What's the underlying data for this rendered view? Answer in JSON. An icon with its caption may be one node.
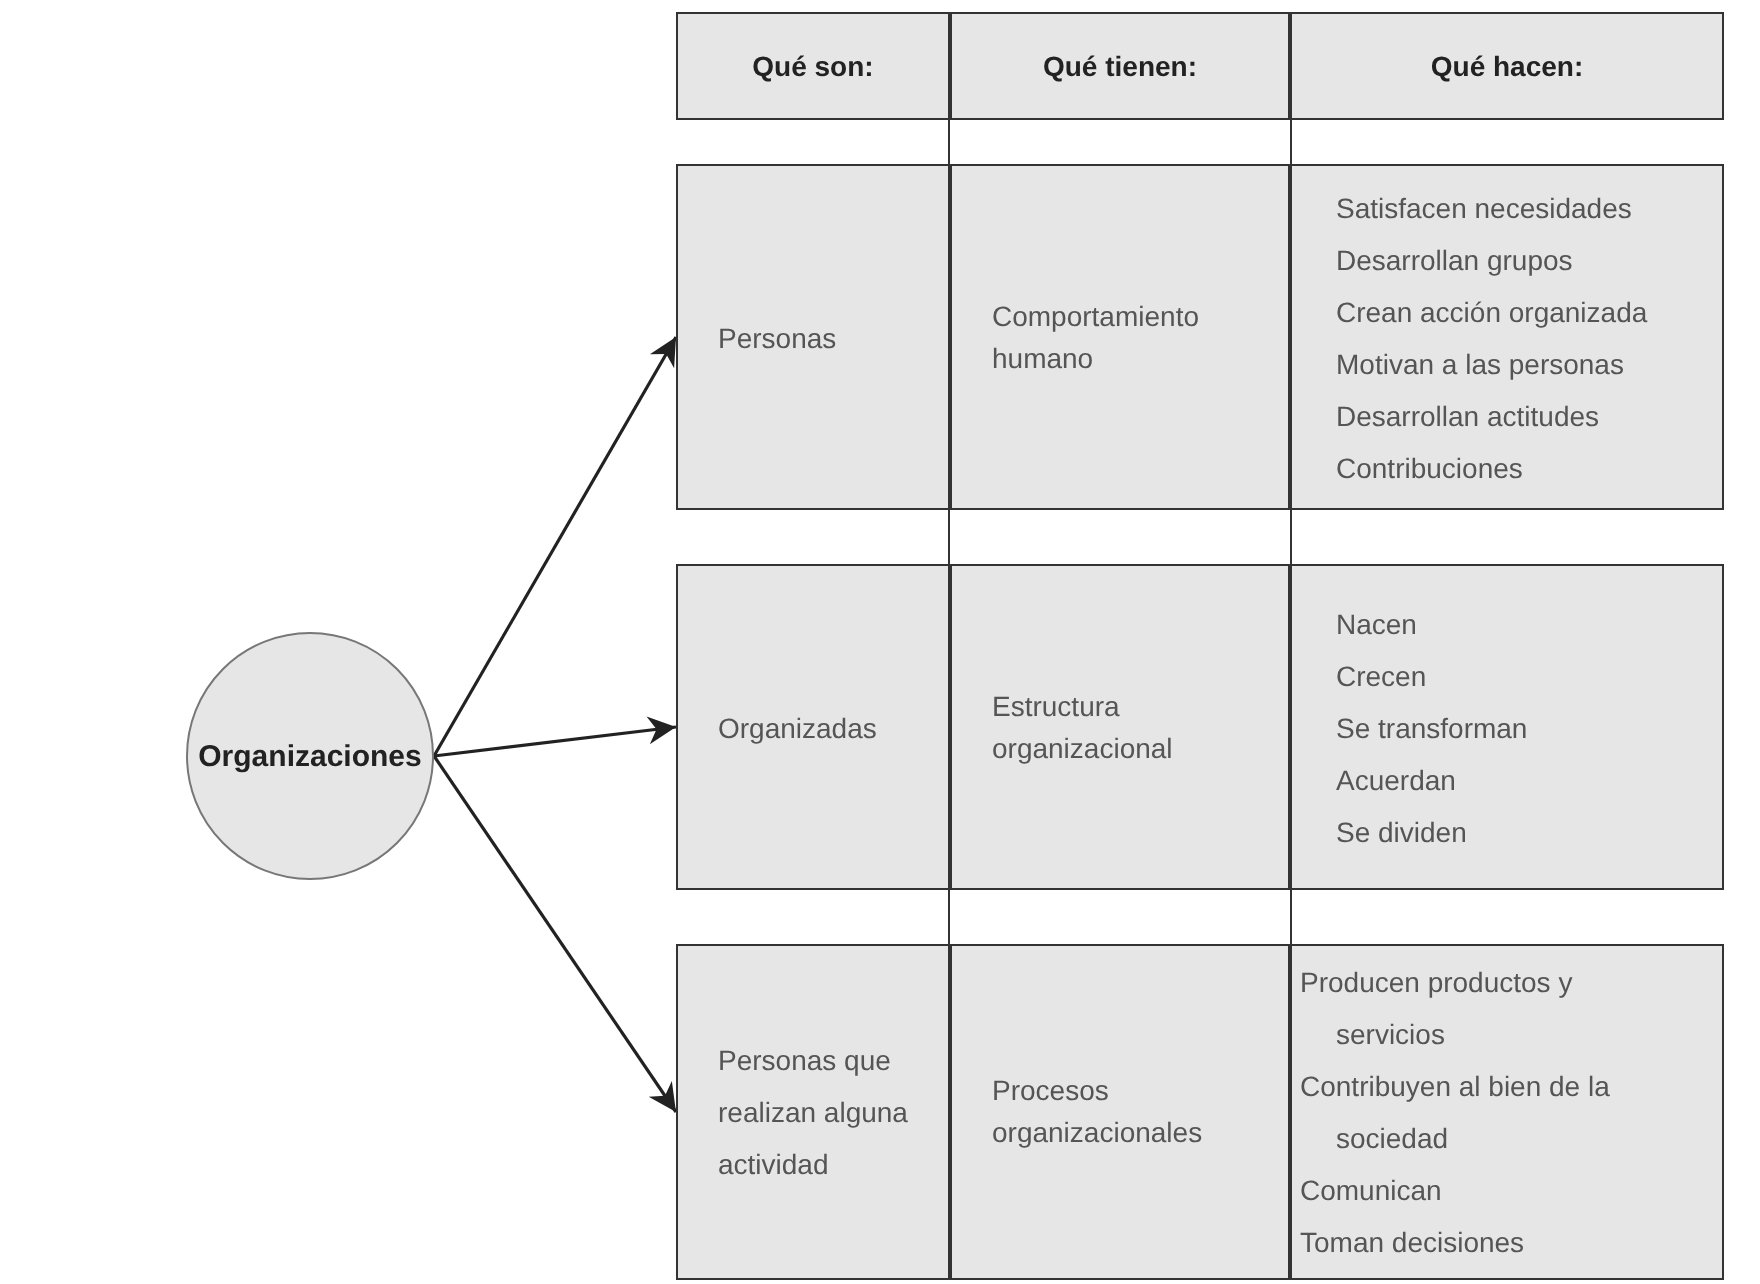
{
  "diagram": {
    "nodes": [
      {
        "text": [
          "Organizaciones"
        ]
      },
      {
        "text": [
          "Qué son:"
        ]
      },
      {
        "text": [
          "Qué tienen:"
        ]
      },
      {
        "text": [
          "Qué hacen:"
        ]
      },
      {
        "text": [
          "Personas"
        ]
      },
      {
        "text": [
          "Comportamiento humano"
        ]
      },
      {
        "text": [
          "Satisfacen necesidades",
          "Desarrollan grupos",
          "Crean acción organizada",
          "Motivan a las personas",
          "Desarrollan actitudes",
          "Contribuciones"
        ]
      },
      {
        "text": [
          "Organizadas"
        ]
      },
      {
        "text": [
          "Estructura organizacional"
        ]
      },
      {
        "text": [
          "Nacen",
          "Crecen",
          "Se transforman",
          "Acuerdan",
          "Se dividen"
        ]
      },
      {
        "text": [
          "Personas que realizan alguna actividad"
        ]
      },
      {
        "text": [
          "Procesos organizacionales"
        ]
      },
      {
        "text": [
          "Producen productos y servicios",
          "Contribuyen al bien de la sociedad",
          "Comunican",
          "Toman decisiones"
        ]
      }
    ],
    "edges": [
      {
        "from": 0,
        "to": 4,
        "arrow": "to"
      },
      {
        "from": 0,
        "to": 7,
        "arrow": "to"
      },
      {
        "from": 0,
        "to": 10,
        "arrow": "to"
      }
    ]
  }
}
